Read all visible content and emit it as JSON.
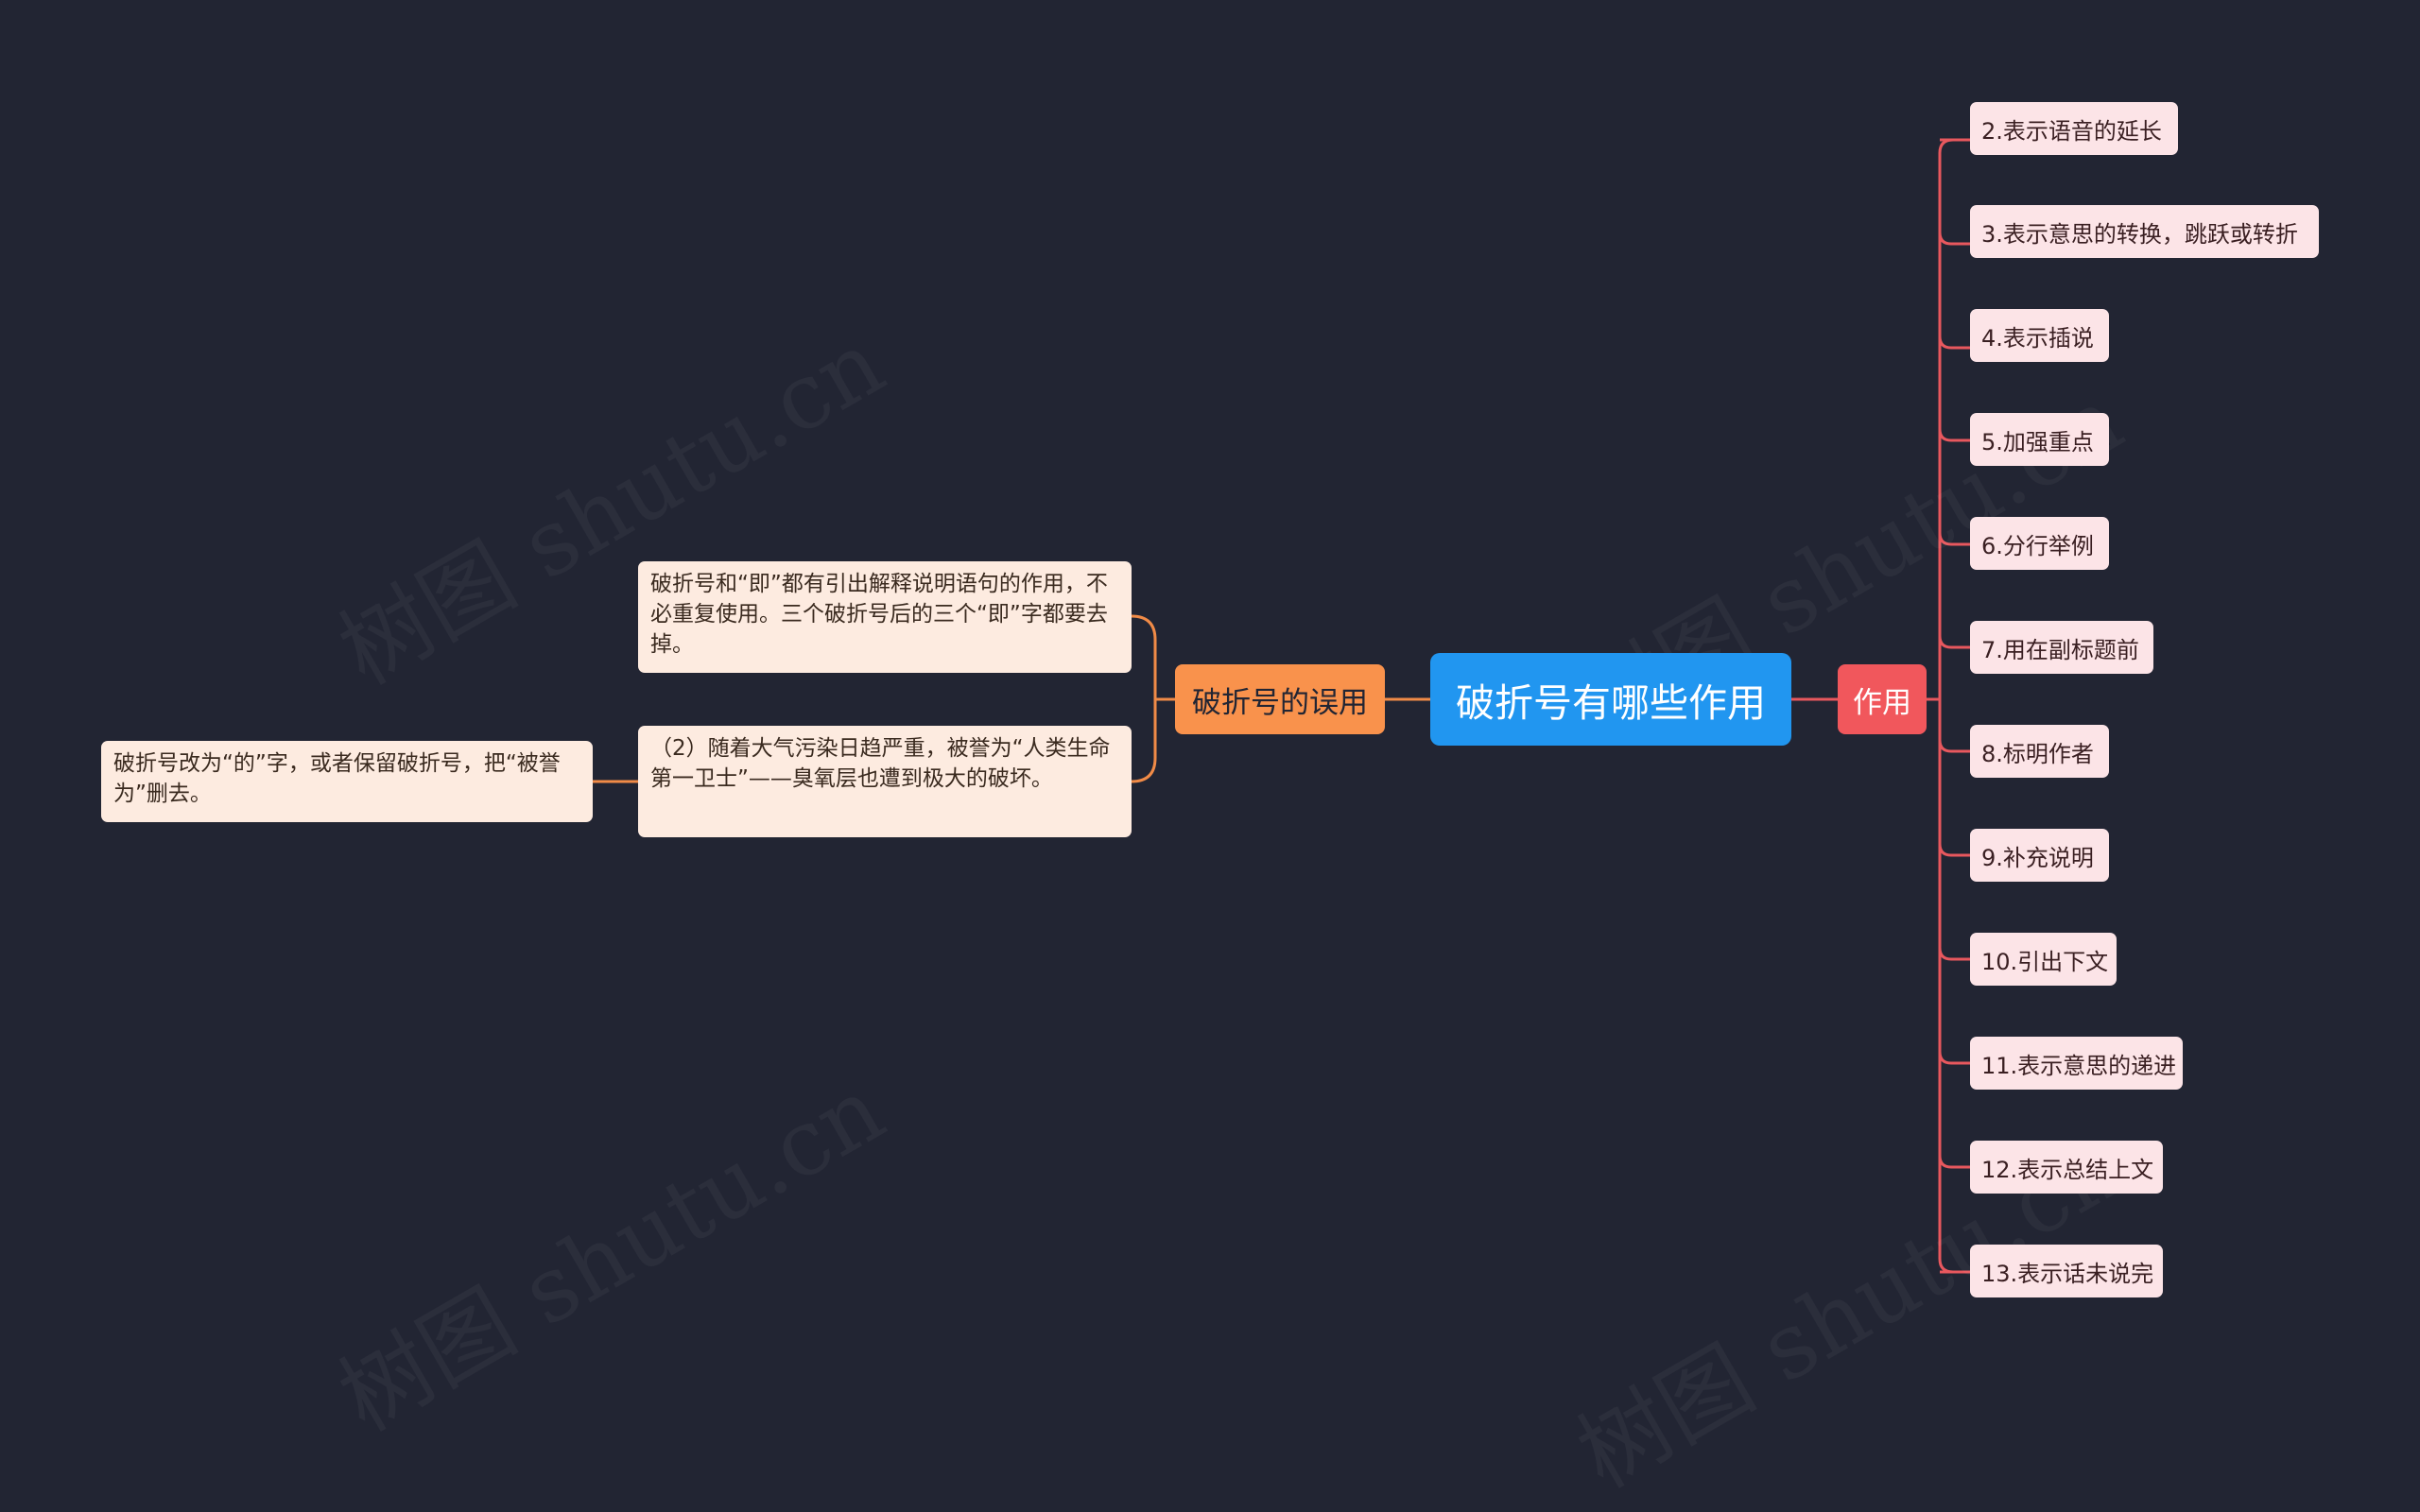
{
  "root": {
    "label": "破折号有哪些作用"
  },
  "branch_usage": {
    "label": "作用",
    "color": "#F1575C",
    "items": [
      "2.表示语音的延长",
      "3.表示意思的转换，跳跃或转折",
      "4.表示插说",
      "5.加强重点",
      "6.分行举例",
      "7.用在副标题前",
      "8.标明作者",
      "9.补充说明",
      "10.引出下文",
      "11.表示意思的递进",
      "12.表示总结上文",
      "13.表示话未说完"
    ]
  },
  "branch_misuse": {
    "label": "破折号的误用",
    "color": "#F9924C",
    "items": [
      {
        "text": "破折号和“即”都有引出解释说明语句的作用，不必重复使用。三个破折号后的三个“即”字都要去掉。"
      },
      {
        "text": "（2）随着大气污染日趋严重，被誉为“人类生命第一卫士”——臭氧层也遭到极大的破坏。",
        "child": "破折号改为“的”字，或者保留破折号，把“被誉为”删去。"
      }
    ]
  },
  "colors": {
    "background": "#222533",
    "root": "#2196F0",
    "link_red": "#E8585E",
    "link_orange": "#F18B47"
  }
}
